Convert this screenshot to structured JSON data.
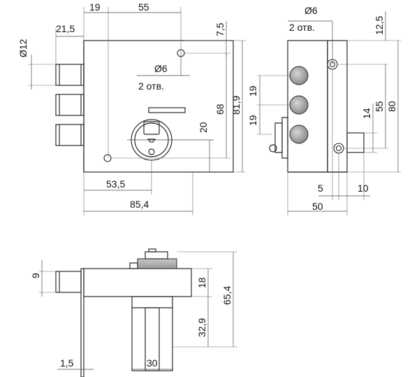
{
  "front": {
    "dim_19": "19",
    "dim_55": "55",
    "dim_7_5": "7,5",
    "dim_d12": "Ø12",
    "dim_21_5": "21,5",
    "hole_d6": "Ø6",
    "hole_count": "2 отв.",
    "dim_20": "20",
    "dim_68": "68",
    "dim_81_9": "81,9",
    "dim_53_5": "53,5",
    "dim_85_4": "85,4"
  },
  "side": {
    "hole_d6": "Ø6",
    "hole_count": "2 отв.",
    "dim_12_5": "12,5",
    "dim_19a": "19",
    "dim_19b": "19",
    "dim_14": "14",
    "dim_55": "55",
    "dim_80": "80",
    "dim_5": "5",
    "dim_10": "10",
    "dim_50": "50"
  },
  "top": {
    "dim_9": "9",
    "dim_18": "18",
    "dim_65_4": "65,4",
    "dim_32_9": "32,9",
    "dim_1_5": "1,5",
    "dim_30": "30"
  },
  "colors": {
    "line": "#2a2a2a",
    "background": "#ffffff",
    "bolt_shade": "#a0a0a0"
  }
}
